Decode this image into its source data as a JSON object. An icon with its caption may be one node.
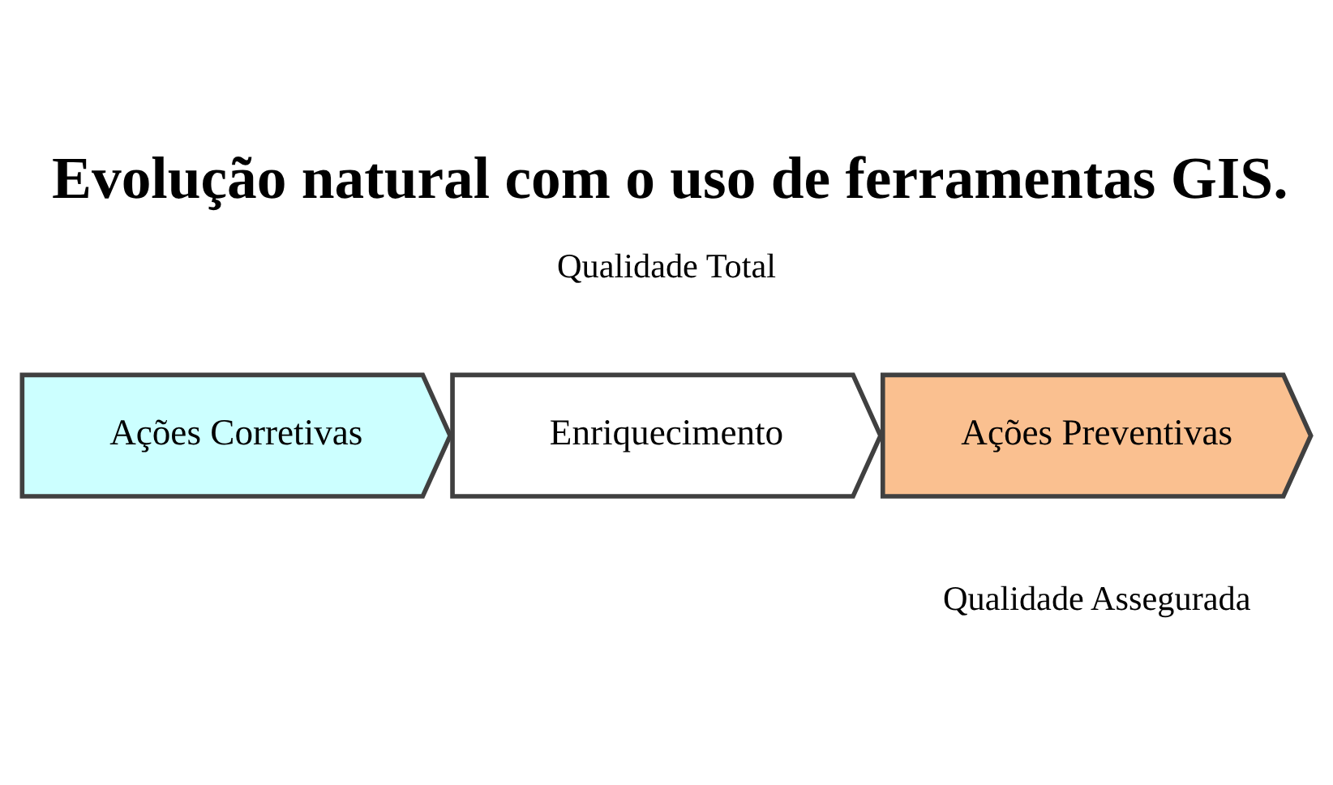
{
  "diagram": {
    "title": "Evolução natural com o uso de ferramentas GIS.",
    "nodes": [
      {
        "text": [
          "Ações Corretivas"
        ]
      },
      {
        "text": [
          "Enriquecimento"
        ]
      },
      {
        "text": [
          "Ações Preventivas"
        ]
      }
    ],
    "labels": [
      "Qualidade Total",
      "Qualidade Assegurada"
    ]
  }
}
